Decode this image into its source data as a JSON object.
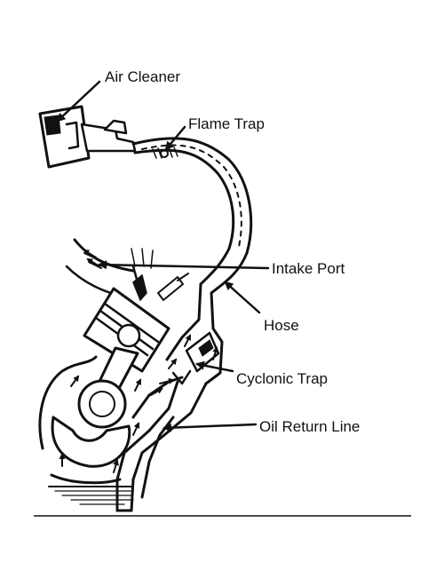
{
  "labels": {
    "air_cleaner": "Air Cleaner",
    "flame_trap": "Flame Trap",
    "intake_port": "Intake Port",
    "hose": "Hose",
    "cyclonic_trap": "Cyclonic Trap",
    "oil_return_line": "Oil Return Line"
  },
  "colors": {
    "ink": "#111111",
    "paper": "#ffffff"
  }
}
